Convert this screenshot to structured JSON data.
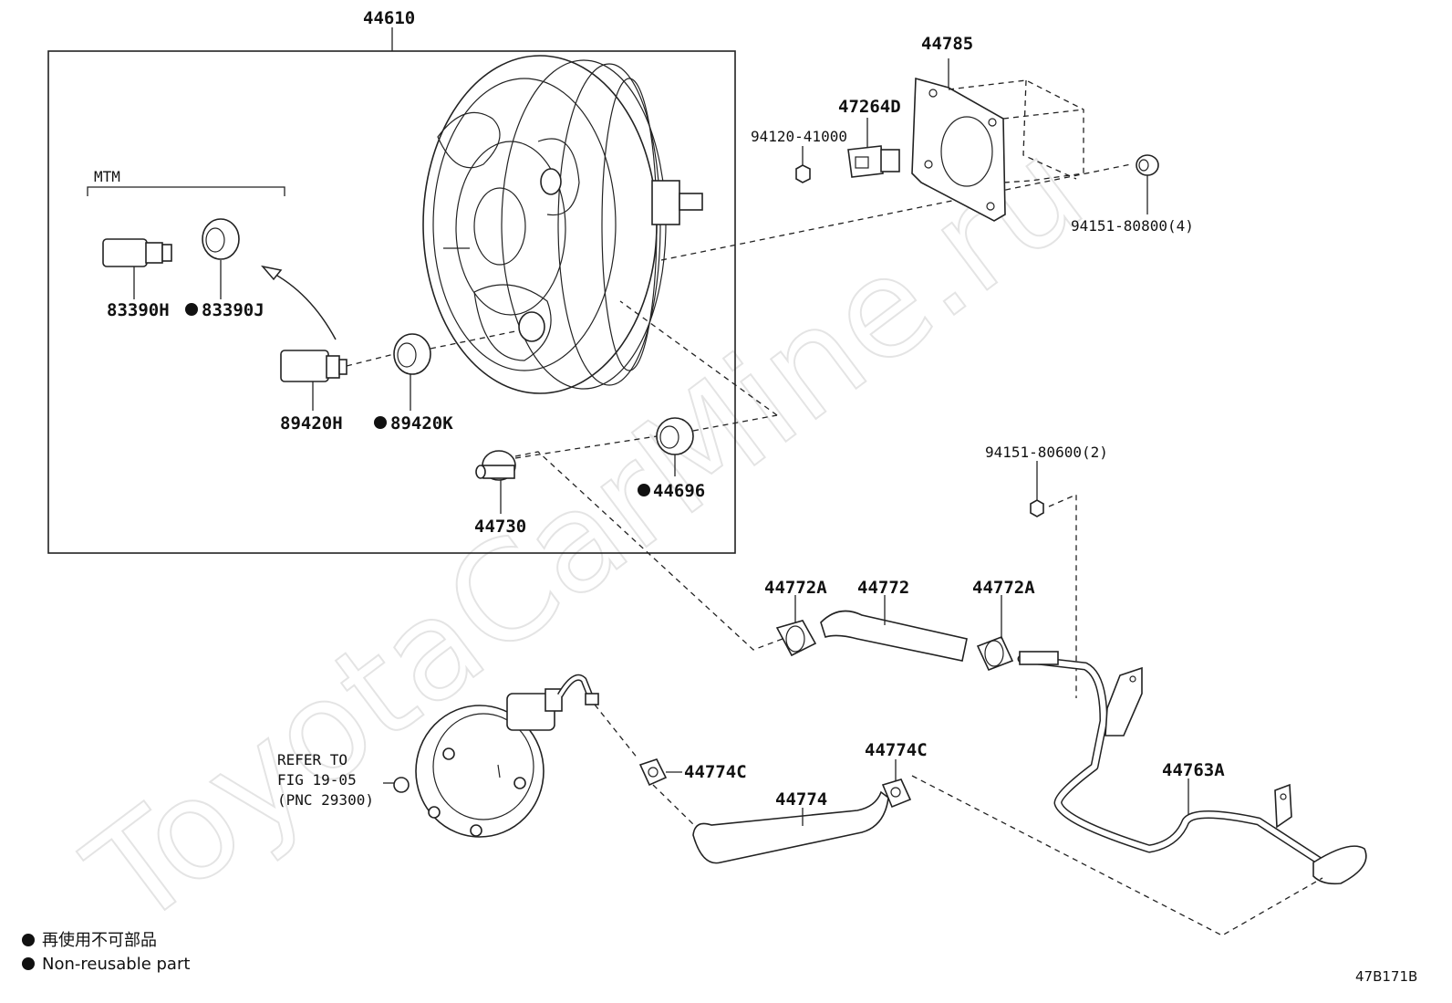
{
  "watermark": "ToyotaCarMine.ru",
  "assembly_label": "44610",
  "group_label": "MTM",
  "part_labels": {
    "p44785": "44785",
    "p47264D": "47264D",
    "p94120": "94120-41000",
    "p94151_808": "94151-80800(4)",
    "p83390H": "83390H",
    "p83390J": "83390J",
    "p89420H": "89420H",
    "p89420K": "89420K",
    "p44696": "44696",
    "p44730": "44730",
    "p94151_806": "94151-80600(2)",
    "p44772A_l": "44772A",
    "p44772": "44772",
    "p44772A_r": "44772A",
    "p44774C_l": "44774C",
    "p44774C_r": "44774C",
    "p44774": "44774",
    "p44763A": "44763A"
  },
  "refer_note": {
    "line1": "REFER TO",
    "line2": "FIG 19-05",
    "line3": "(PNC 29300)"
  },
  "legend": {
    "line1": "再使用不可部品",
    "line2": "Non-reusable part"
  },
  "figure_code": "47B171B"
}
